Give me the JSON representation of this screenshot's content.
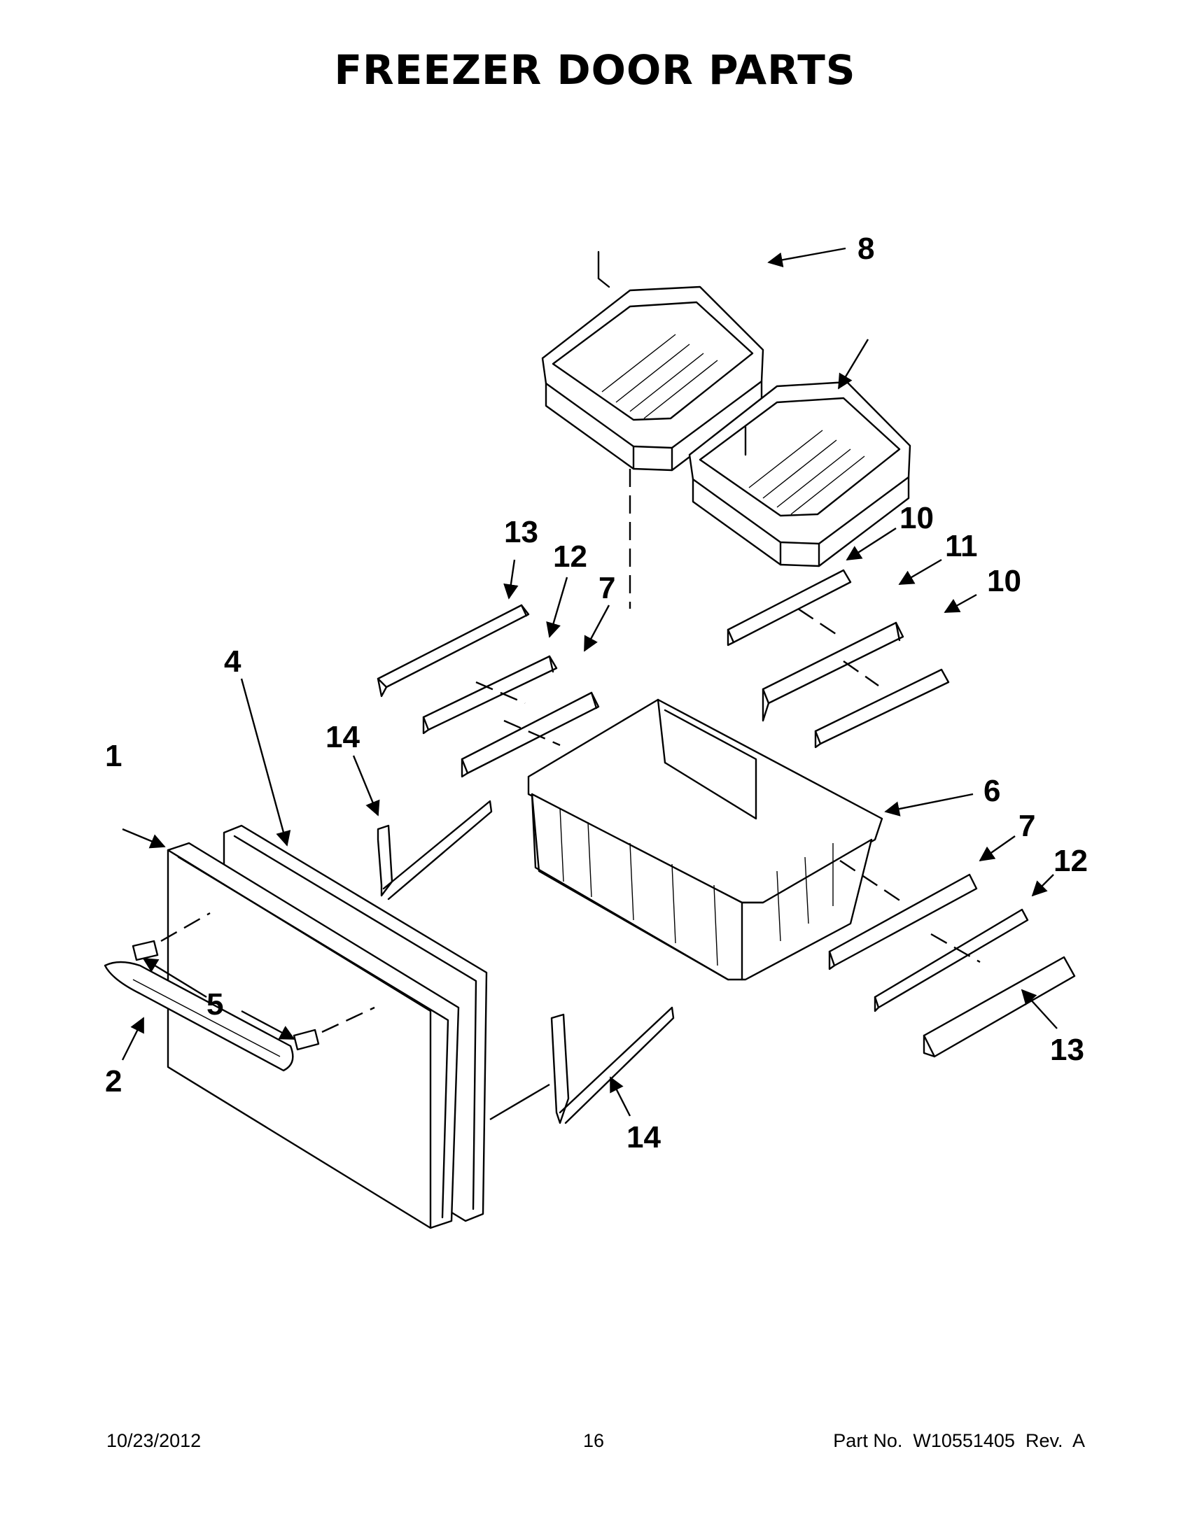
{
  "title": "FREEZER DOOR PARTS",
  "callouts": {
    "c1": "1",
    "c2": "2",
    "c4": "4",
    "c5": "5",
    "c6": "6",
    "c7a": "7",
    "c7b": "7",
    "c8": "8",
    "c10a": "10",
    "c10b": "10",
    "c11": "11",
    "c12a": "12",
    "c12b": "12",
    "c13a": "13",
    "c13b": "13",
    "c14a": "14",
    "c14b": "14"
  },
  "footer": {
    "date": "10/23/2012",
    "page": "16",
    "part_number": "Part No.  W10551405  Rev.  A"
  }
}
